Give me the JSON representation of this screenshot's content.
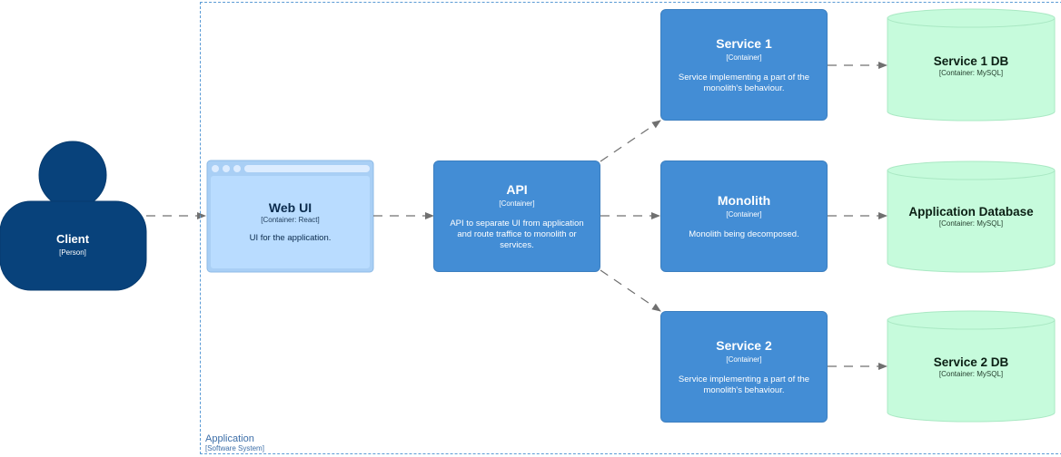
{
  "boundary": {
    "name": "Application",
    "type": "[Software System]"
  },
  "person": {
    "name": "Client",
    "type": "[Person]"
  },
  "web_ui": {
    "name": "Web UI",
    "type": "[Container: React]",
    "description": "UI for the application."
  },
  "api": {
    "name": "API",
    "type": "[Container]",
    "description": "API to separate UI from application and route traffice to monolith or services."
  },
  "service1": {
    "name": "Service 1",
    "type": "[Container]",
    "description": "Service implementing a part of the monolith's behaviour."
  },
  "monolith": {
    "name": "Monolith",
    "type": "[Container]",
    "description": "Monolith being decomposed."
  },
  "service2": {
    "name": "Service 2",
    "type": "[Container]",
    "description": "Service implementing a part of the monolith's behaviour."
  },
  "service1_db": {
    "name": "Service 1 DB",
    "type": "[Container: MySQL]"
  },
  "app_db": {
    "name": "Application Database",
    "type": "[Container: MySQL]"
  },
  "service2_db": {
    "name": "Service 2 DB",
    "type": "[Container: MySQL]"
  },
  "colors": {
    "person": "#08427b",
    "container": "#438dd5",
    "web_ui_fill": "#b3d7ff",
    "database": "#c6fbdc",
    "boundary": "#5b9bd5",
    "arrow": "#707070"
  }
}
